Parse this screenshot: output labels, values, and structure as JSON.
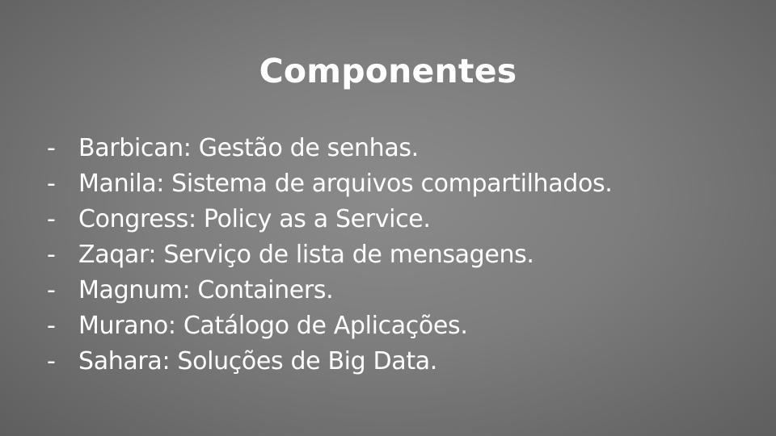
{
  "slide": {
    "title": "Componentes",
    "bullet_marker": "-",
    "items": [
      "Barbican: Gestão de senhas.",
      "Manila: Sistema de arquivos compartilhados.",
      "Congress: Policy as a Service.",
      "Zaqar: Serviço de lista de mensagens.",
      "Magnum: Containers.",
      "Murano: Catálogo de Aplicações.",
      "Sahara: Soluções de Big Data."
    ]
  }
}
